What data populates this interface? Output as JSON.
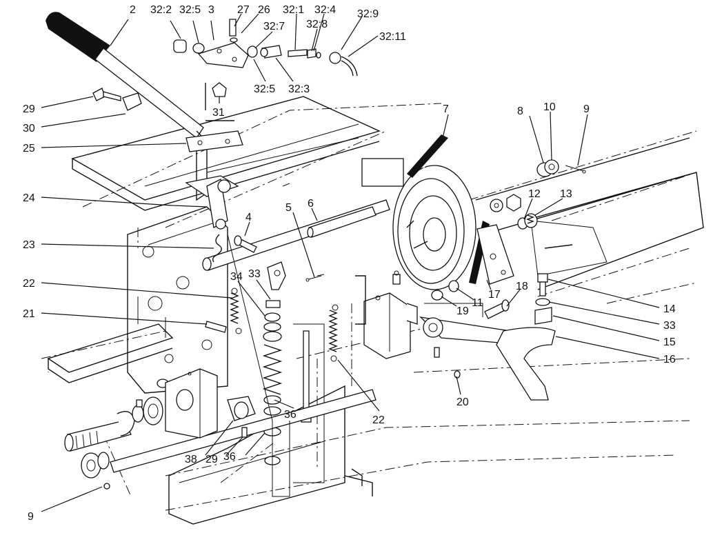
{
  "callouts": [
    {
      "id": "c-2",
      "text": "2"
    },
    {
      "id": "c-32-2",
      "text": "32:2"
    },
    {
      "id": "c-32-5a",
      "text": "32:5"
    },
    {
      "id": "c-3",
      "text": "3"
    },
    {
      "id": "c-27",
      "text": "27"
    },
    {
      "id": "c-26",
      "text": "26"
    },
    {
      "id": "c-32-1",
      "text": "32:1"
    },
    {
      "id": "c-32-4",
      "text": "32:4"
    },
    {
      "id": "c-32-9",
      "text": "32:9"
    },
    {
      "id": "c-32-7",
      "text": "32:7"
    },
    {
      "id": "c-32-8",
      "text": "32:8"
    },
    {
      "id": "c-32-11",
      "text": "32:11"
    },
    {
      "id": "c-32-5b",
      "text": "32:5"
    },
    {
      "id": "c-32-3",
      "text": "32:3"
    },
    {
      "id": "c-31",
      "text": "31"
    },
    {
      "id": "c-29a",
      "text": "29"
    },
    {
      "id": "c-30",
      "text": "30"
    },
    {
      "id": "c-25",
      "text": "25"
    },
    {
      "id": "c-24",
      "text": "24"
    },
    {
      "id": "c-23",
      "text": "23"
    },
    {
      "id": "c-22a",
      "text": "22"
    },
    {
      "id": "c-21",
      "text": "21"
    },
    {
      "id": "c-7",
      "text": "7"
    },
    {
      "id": "c-8",
      "text": "8"
    },
    {
      "id": "c-10",
      "text": "10"
    },
    {
      "id": "c-9a",
      "text": "9"
    },
    {
      "id": "c-12",
      "text": "12"
    },
    {
      "id": "c-13",
      "text": "13"
    },
    {
      "id": "c-5",
      "text": "5"
    },
    {
      "id": "c-6",
      "text": "6"
    },
    {
      "id": "c-4",
      "text": "4"
    },
    {
      "id": "c-34",
      "text": "34"
    },
    {
      "id": "c-33a",
      "text": "33"
    },
    {
      "id": "c-18",
      "text": "18"
    },
    {
      "id": "c-11",
      "text": "11"
    },
    {
      "id": "c-17",
      "text": "17"
    },
    {
      "id": "c-19",
      "text": "19"
    },
    {
      "id": "c-14",
      "text": "14"
    },
    {
      "id": "c-33b",
      "text": "33"
    },
    {
      "id": "c-15",
      "text": "15"
    },
    {
      "id": "c-16",
      "text": "16"
    },
    {
      "id": "c-20",
      "text": "20"
    },
    {
      "id": "c-22b",
      "text": "22"
    },
    {
      "id": "c-36a",
      "text": "36"
    },
    {
      "id": "c-38",
      "text": "38"
    },
    {
      "id": "c-29b",
      "text": "29"
    },
    {
      "id": "c-36b",
      "text": "36"
    },
    {
      "id": "c-9b",
      "text": "9"
    }
  ]
}
